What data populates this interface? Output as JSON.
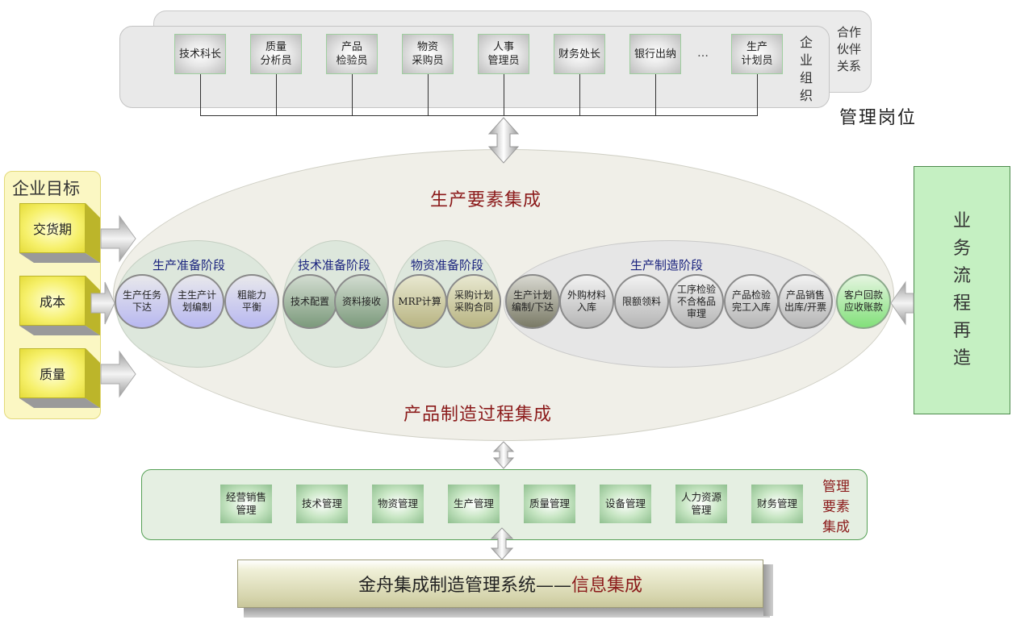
{
  "top": {
    "partner_label": "合作\n伙伴\n关系",
    "org_label": "企\n业\n组\n织",
    "management_positions_label": "管理岗位",
    "roles": [
      "技术科长",
      "质量\n分析员",
      "产品\n检验员",
      "物资\n采购员",
      "人事\n管理员",
      "财务处长",
      "银行出纳",
      "生产\n计划员"
    ],
    "ellipsis": "…"
  },
  "goals": {
    "title": "企业目标",
    "items": [
      "交货期",
      "成本",
      "质量"
    ]
  },
  "production": {
    "top_title": "生产要素集成",
    "bottom_title": "产品制造过程集成",
    "stages": [
      {
        "title": "生产准备阶段",
        "items": [
          "生产任务\n下达",
          "主生产计\n划编制",
          "粗能力\n平衡"
        ]
      },
      {
        "title": "技术准备阶段",
        "items": [
          "技术配置",
          "资料接收"
        ]
      },
      {
        "title": "物资准备阶段",
        "items": [
          "MRP计算",
          "采购计划\n采购合同"
        ]
      },
      {
        "title": "生产制造阶段",
        "items": [
          "生产计划\n编制/下达",
          "外购材料\n入库",
          "限额领料",
          "工序检验\n不合格品\n审理",
          "产品检验\n完工入库",
          "产品销售\n出库/开票"
        ]
      }
    ],
    "final_item": "客户回款\n应收账款"
  },
  "bpr": {
    "label": "业务流程再造"
  },
  "management": {
    "label": "管理\n要素\n集成",
    "items": [
      "经营销售\n管理",
      "技术管理",
      "物资管理",
      "生产管理",
      "质量管理",
      "设备管理",
      "人力资源\n管理",
      "财务管理"
    ]
  },
  "info_bar": {
    "text": "金舟集成制造管理系统——",
    "accent": "信息集成"
  },
  "colors": {
    "accent_red": "#8b1a1a",
    "stage_title_blue": "#1a237e",
    "goal_yellow": "#f6f06a",
    "bpr_green": "#c5f0c2"
  }
}
